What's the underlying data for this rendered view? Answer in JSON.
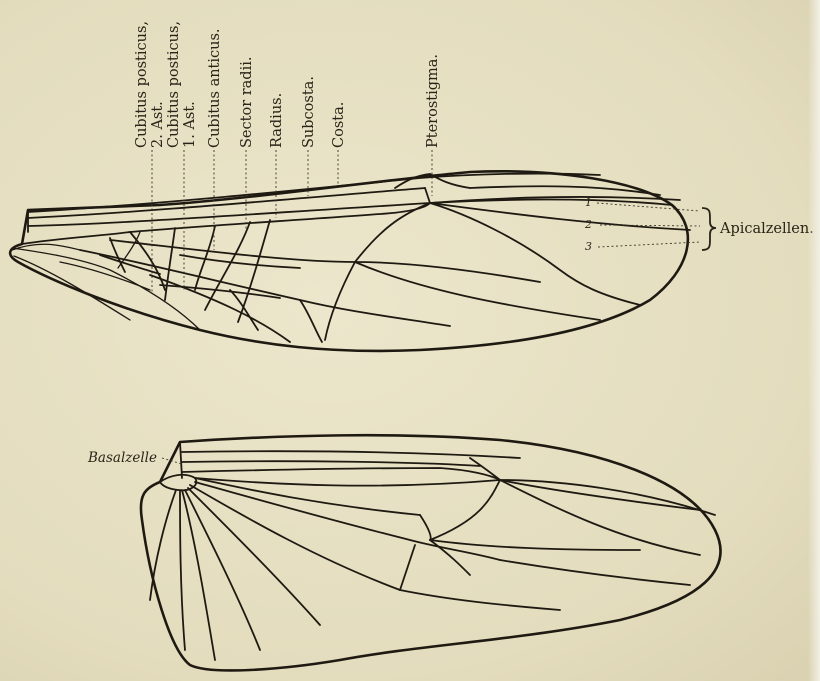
{
  "figure": {
    "vein_labels": [
      {
        "name": "cubitus-posticus-2",
        "line1": "Cubitus posticus,",
        "line2": "2. Ast."
      },
      {
        "name": "cubitus-posticus-1",
        "line1": "Cubitus posticus,",
        "line2": "1. Ast."
      },
      {
        "name": "cubitus-anticus",
        "line1": "Cubitus anticus.",
        "line2": ""
      },
      {
        "name": "sector-radii",
        "line1": "Sector radii.",
        "line2": ""
      },
      {
        "name": "radius",
        "line1": "Radius.",
        "line2": ""
      },
      {
        "name": "subcosta",
        "line1": "Subcosta.",
        "line2": ""
      },
      {
        "name": "costa",
        "line1": "Costa.",
        "line2": ""
      },
      {
        "name": "pterostigma",
        "line1": "Pterostigma.",
        "line2": ""
      }
    ],
    "apical_cells": {
      "numbers": [
        "1",
        "2",
        "3"
      ],
      "label": "Apicalzellen."
    },
    "basal_cell_label": "Basalzelle"
  },
  "colors": {
    "paper": "#e6e0c4",
    "ink": "#1e1a12"
  }
}
